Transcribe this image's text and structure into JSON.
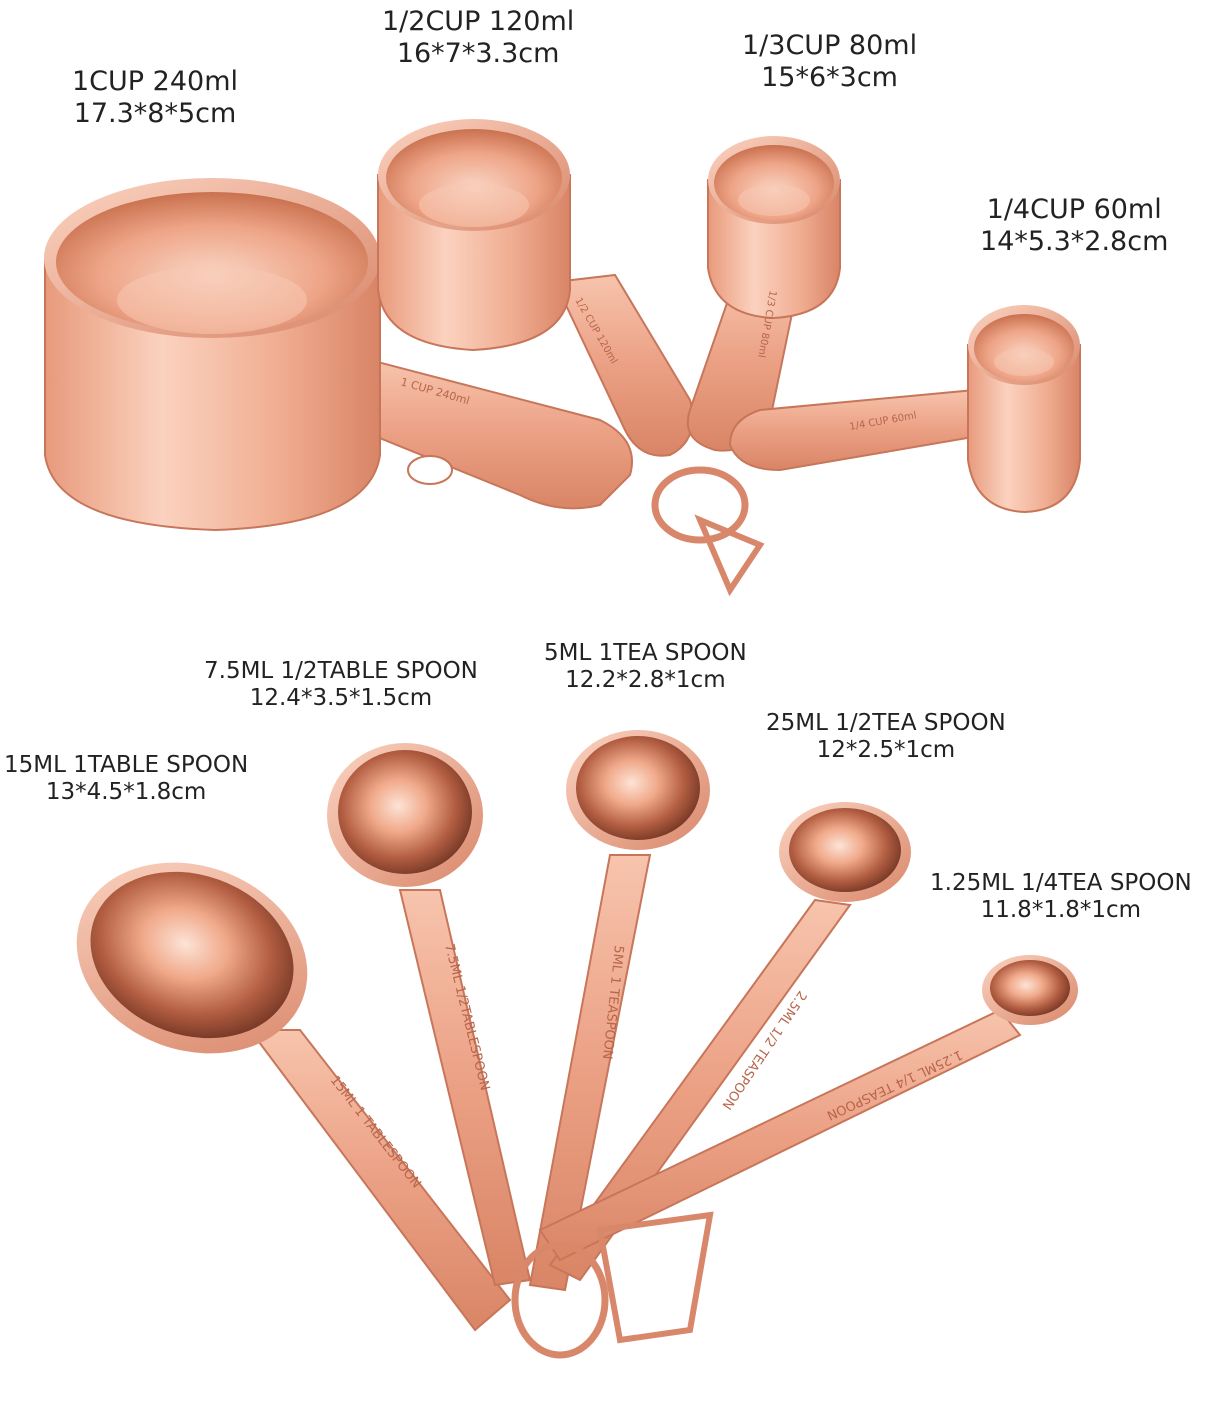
{
  "colors": {
    "copper_light": "#f8c9b4",
    "copper_mid": "#e69a7d",
    "copper_dark": "#b8654a",
    "copper_deep": "#7a3a2a",
    "text": "#222222",
    "background": "#ffffff"
  },
  "cups": [
    {
      "id": "1cup",
      "capacity": "1CUP 240ml",
      "size": "17.3*8*5cm",
      "handle_engraving": "1 CUP 240ml"
    },
    {
      "id": "half-cup",
      "capacity": "1/2CUP 120ml",
      "size": "16*7*3.3cm",
      "handle_engraving": "1/2 CUP 120ml"
    },
    {
      "id": "third-cup",
      "capacity": "1/3CUP 80ml",
      "size": "15*6*3cm",
      "handle_engraving": "1/3 CUP 80ml"
    },
    {
      "id": "quarter-cup",
      "capacity": "1/4CUP 60ml",
      "size": "14*5.3*2.8cm",
      "handle_engraving": "1/4 CUP 60ml"
    }
  ],
  "spoons": [
    {
      "id": "tablespoon",
      "capacity": "15ML 1TABLE SPOON",
      "size": "13*4.5*1.8cm",
      "handle_engraving": "15ML 1 TABLESPOON"
    },
    {
      "id": "half-tablespoon",
      "capacity": "7.5ML 1/2TABLE SPOON",
      "size": "12.4*3.5*1.5cm",
      "handle_engraving": "7.5ML 1/2TABLESPOON"
    },
    {
      "id": "teaspoon",
      "capacity": "5ML 1TEA SPOON",
      "size": "12.2*2.8*1cm",
      "handle_engraving": "5ML 1 TEASPOON"
    },
    {
      "id": "half-teaspoon",
      "capacity": "25ML 1/2TEA SPOON",
      "size": "12*2.5*1cm",
      "handle_engraving": "2.5ML 1/2 TEASPOON"
    },
    {
      "id": "quarter-teaspoon",
      "capacity": "1.25ML 1/4TEA SPOON",
      "size": "11.8*1.8*1cm",
      "handle_engraving": "1.25ML 1/4 TEASPOON"
    }
  ]
}
